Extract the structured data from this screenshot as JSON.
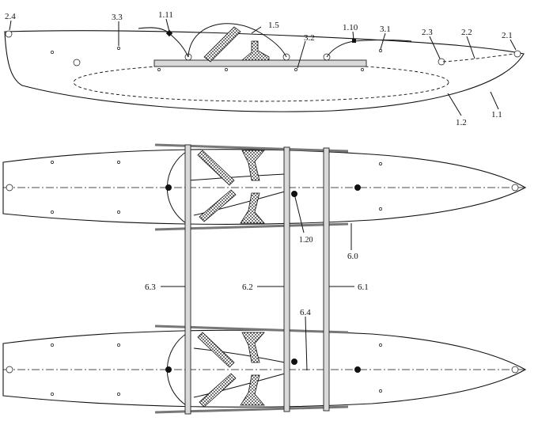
{
  "figure": {
    "labels": {
      "l_2_4": "2.4",
      "l_3_3": "3.3",
      "l_1_11": "1.11",
      "l_1_5": "1.5",
      "l_3_2": "3.2",
      "l_1_10": "1.10",
      "l_3_1": "3.1",
      "l_2_3": "2.3",
      "l_2_2": "2.2",
      "l_2_1": "2.1",
      "l_1_2": "1.2",
      "l_1_1": "1.1",
      "l_1_20": "1.20",
      "l_6_0": "6.0",
      "l_6_3": "6.3",
      "l_6_2": "6.2",
      "l_6_1": "6.1",
      "l_6_4": "6.4"
    }
  }
}
